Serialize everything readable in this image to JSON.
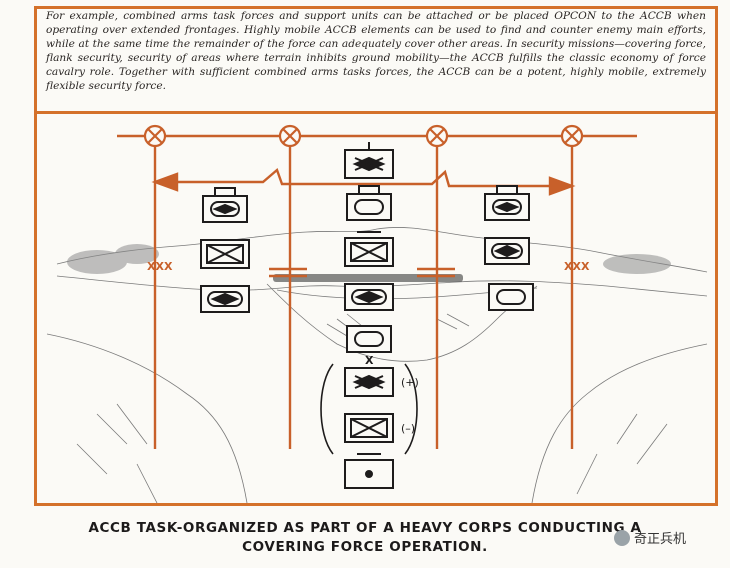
{
  "intro": {
    "text": "For example, combined arms task forces and support units can be attached or be placed OPCON to the ACCB when operating over extended frontages. Highly mobile ACCB elements can be used to find and counter enemy main efforts, while at the same time the remainder of the force can adequately cover other areas. In security missions—covering force, flank security, security of areas where terrain inhibits ground mobility—the ACCB fulfills the classic economy of force cavalry role. Together with sufficient combined arms tasks forces, the ACCB can be a potent, highly mobile, extremely flexible security force."
  },
  "diagram": {
    "boundary_marker_symbol": "XXX",
    "attack_marker_symbol": "X",
    "plus_label": "(+)",
    "minus_label": "(–)",
    "colors": {
      "frame": "#d4712a",
      "lines": "#c8602a",
      "symbols": "#1e1c1c",
      "terrain": "#777"
    }
  },
  "caption": {
    "line1": "ACCB TASK-ORGANIZED AS PART OF A HEAVY CORPS CONDUCTING A",
    "line2": "COVERING FORCE OPERATION."
  },
  "watermark": {
    "text": "奇正兵机",
    "icon": "wechat-icon"
  }
}
